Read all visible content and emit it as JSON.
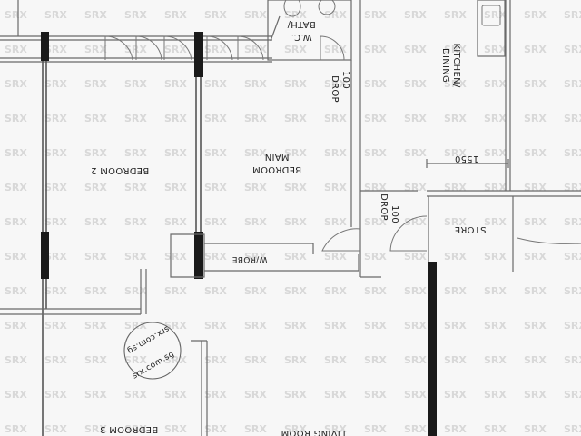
{
  "rooms": {
    "bedroom2": "BEDROOM 2",
    "main_bedroom_line1": "MAIN",
    "main_bedroom_line2": "BEDROOM",
    "kitchen_line1": "KITCHEN/",
    "kitchen_line2": "DINING",
    "bath_line1": "BATH/",
    "bath_line2": "W.C.",
    "store": "STORE",
    "bedroom3": "BEDROOM 3",
    "living_room": "LIVING ROOM"
  },
  "annotations": {
    "drop_line1": "DROP",
    "drop_line2": "100",
    "drop_line3": "DROP",
    "drop_line4": "100",
    "dimension": "1550",
    "wardrobe_tag": "W/ROBE",
    "stamp_top": "srx.com.sg",
    "stamp_bottom": "srx.com.sg"
  },
  "watermark": {
    "text": "SRX"
  },
  "colors": {
    "wall": "#6a6a6a",
    "solid": "#1a1a1a",
    "background": "#f7f7f7",
    "watermark": "#d8d8d8"
  }
}
